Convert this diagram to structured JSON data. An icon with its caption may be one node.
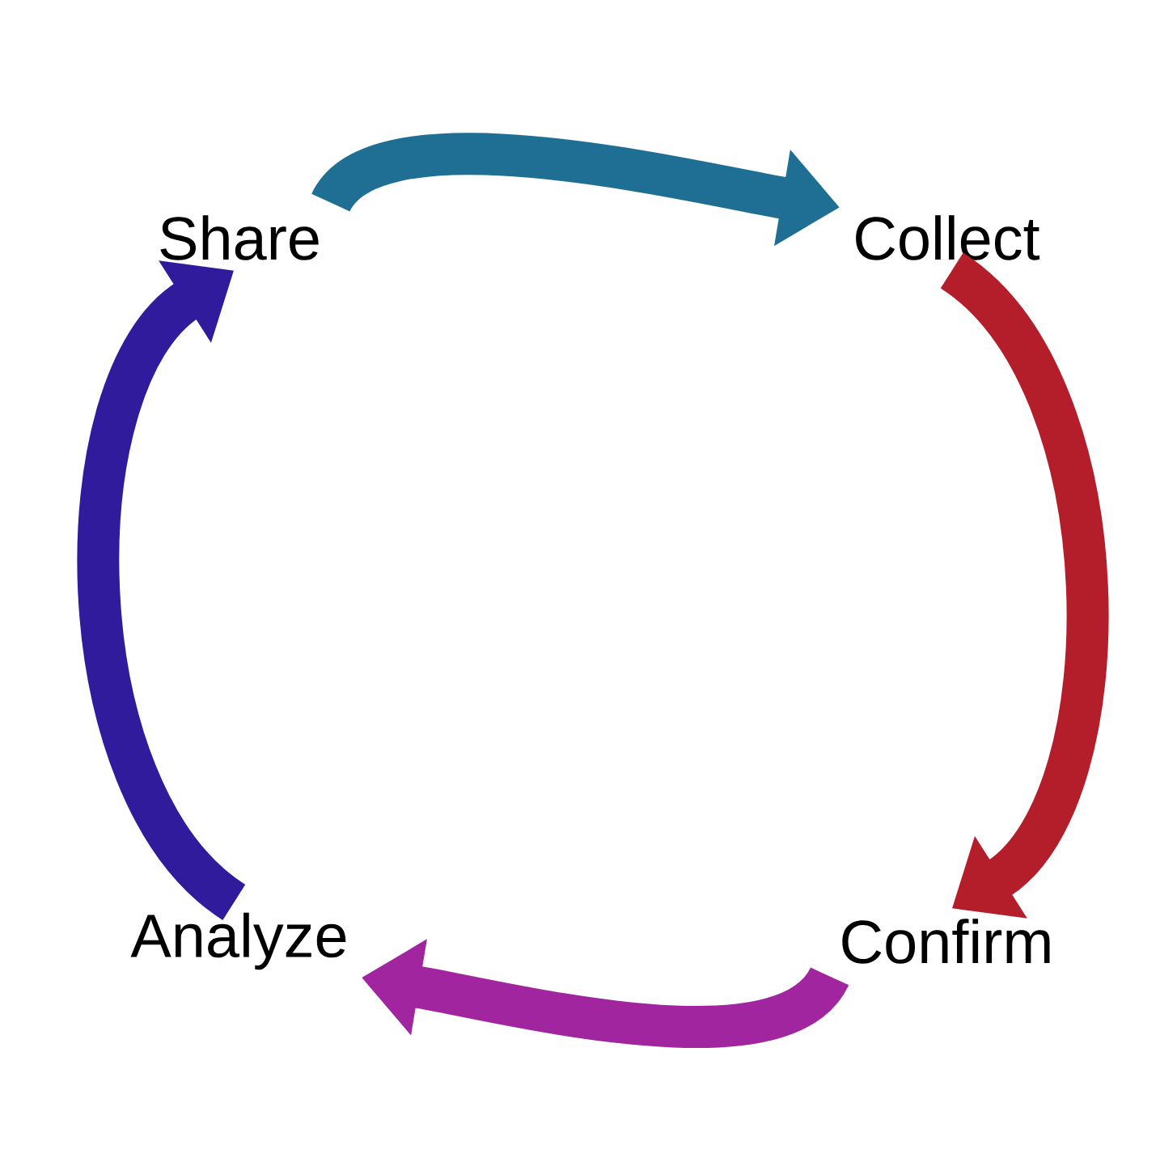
{
  "diagram": {
    "nodes": [
      {
        "text": [
          "Share"
        ]
      },
      {
        "text": [
          "Collect"
        ]
      },
      {
        "text": [
          "Confirm"
        ]
      },
      {
        "text": [
          "Analyze"
        ]
      }
    ],
    "edges": [
      {
        "from": 0,
        "to": 1,
        "arrow": "to",
        "color": "#1f6f94"
      },
      {
        "from": 1,
        "to": 2,
        "arrow": "to",
        "color": "#b41e2a"
      },
      {
        "from": 2,
        "to": 3,
        "arrow": "to",
        "color": "#a0259f"
      },
      {
        "from": 3,
        "to": 0,
        "arrow": "to",
        "color": "#2f1b9c"
      }
    ]
  }
}
